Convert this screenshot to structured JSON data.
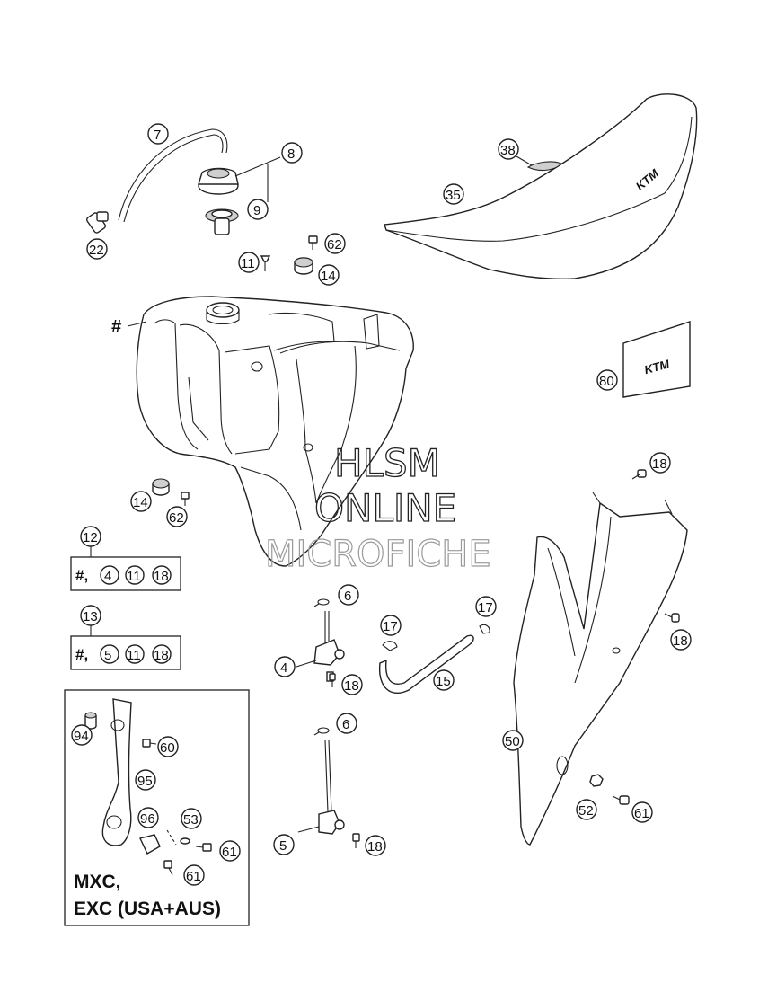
{
  "watermark": {
    "line1": "HLSM",
    "line2": "ONLINE",
    "line3": "MICROFICHE"
  },
  "tank_marker": "#",
  "callouts": {
    "c7": "7",
    "c8": "8",
    "c9": "9",
    "c22": "22",
    "c38": "38",
    "c35": "35",
    "c62a": "62",
    "c11a": "11",
    "c14a": "14",
    "c80": "80",
    "c14b": "14",
    "c62b": "62",
    "c18a": "18",
    "c12": "12",
    "c13": "13",
    "c6a": "6",
    "c4": "4",
    "c18b": "18",
    "c17a": "17",
    "c17b": "17",
    "c15": "15",
    "c18c": "18",
    "c6b": "6",
    "c5": "5",
    "c18d": "18",
    "c50": "50",
    "c52": "52",
    "c61a": "61",
    "c94": "94",
    "c60": "60",
    "c95": "95",
    "c96": "96",
    "c53": "53",
    "c61b": "61",
    "c61c": "61"
  },
  "kit12": {
    "prefix": "#,",
    "items": [
      "4",
      "11",
      "18"
    ]
  },
  "kit13": {
    "prefix": "#,",
    "items": [
      "5",
      "11",
      "18"
    ]
  },
  "variant_box": {
    "line1": "MXC,",
    "line2": "EXC (USA+AUS)"
  },
  "logos": {
    "seat": "KTM",
    "decal": "KTM"
  }
}
